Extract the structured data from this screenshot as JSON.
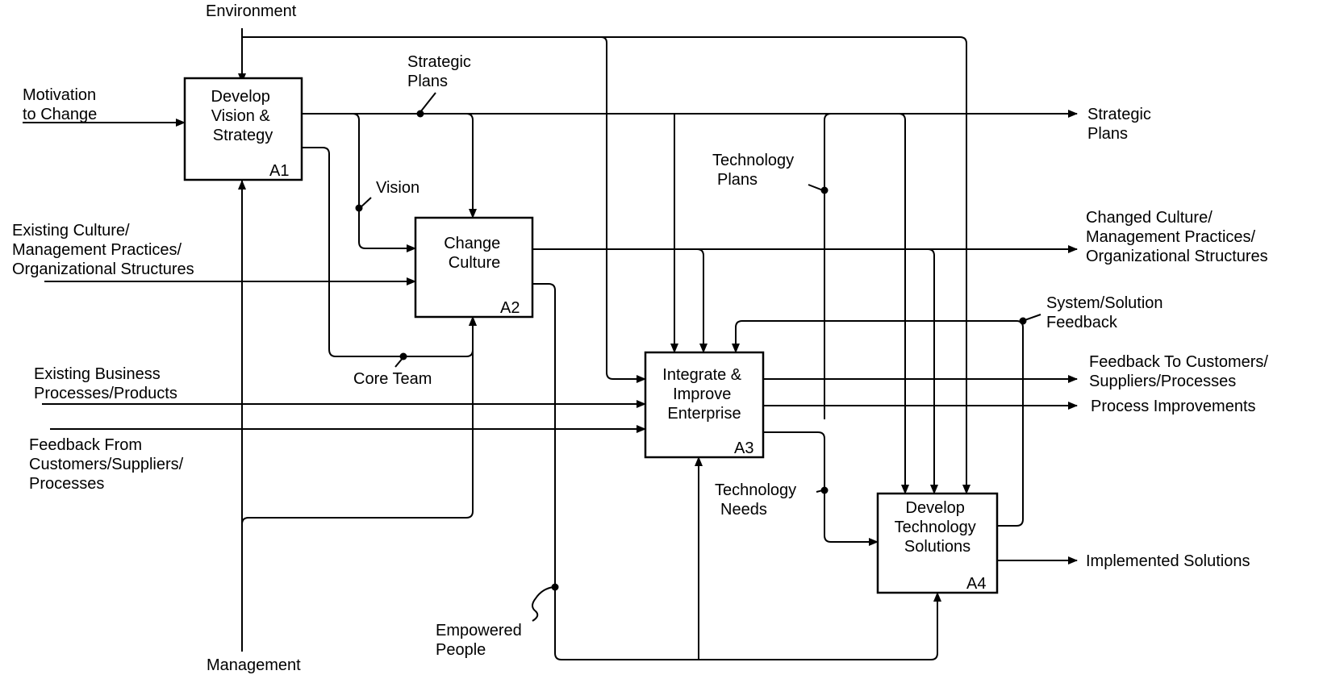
{
  "boxes": {
    "a1": {
      "lines": [
        "Develop",
        "Vision &",
        "Strategy"
      ],
      "id": "A1"
    },
    "a2": {
      "lines": [
        "Change",
        "Culture"
      ],
      "id": "A2"
    },
    "a3": {
      "lines": [
        "Integrate &",
        "Improve",
        "Enterprise"
      ],
      "id": "A3"
    },
    "a4": {
      "lines": [
        "Develop",
        "Technology",
        "Solutions"
      ],
      "id": "A4"
    }
  },
  "labels": {
    "environment": [
      "Environment"
    ],
    "management": [
      "Management"
    ],
    "motivation": [
      "Motivation",
      "to Change"
    ],
    "existing_culture": [
      "Existing Culture/",
      "Management Practices/",
      "Organizational Structures"
    ],
    "existing_business": [
      "Existing Business",
      "Processes/Products"
    ],
    "feedback_from": [
      "Feedback From",
      "Customers/Suppliers/",
      "Processes"
    ],
    "strategic_plans_internal": [
      "Strategic",
      "Plans"
    ],
    "vision": [
      "Vision"
    ],
    "core_team": [
      "Core Team"
    ],
    "technology_plans": [
      "Technology",
      "Plans"
    ],
    "technology_needs": [
      "Technology",
      "Needs"
    ],
    "system_feedback": [
      "System/Solution",
      "Feedback"
    ],
    "empowered_people": [
      "Empowered",
      "People"
    ],
    "out_strategic_plans": [
      "Strategic",
      "Plans"
    ],
    "out_changed_culture": [
      "Changed Culture/",
      "Management Practices/",
      "Organizational Structures"
    ],
    "out_feedback_to": [
      "Feedback To Customers/",
      "Suppliers/Processes"
    ],
    "out_process_improvements": [
      "Process Improvements"
    ],
    "out_implemented_solutions": [
      "Implemented Solutions"
    ]
  }
}
